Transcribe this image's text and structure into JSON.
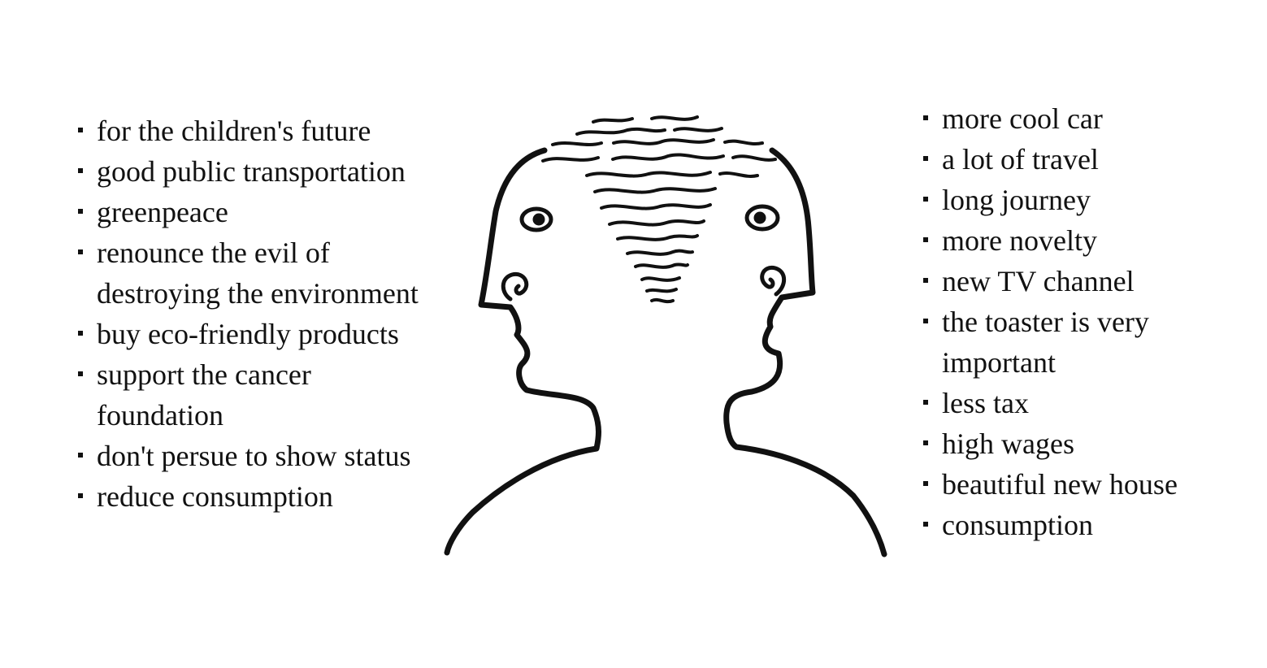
{
  "left_list": {
    "items": [
      {
        "text": "for the children's future"
      },
      {
        "text": "good public transportation"
      },
      {
        "text": "greenpeace"
      },
      {
        "text": "renounce the evil of destroying the environment"
      },
      {
        "text": "buy eco-friendly products"
      },
      {
        "text": "support the cancer foundation"
      },
      {
        "text": "don't persue to show status"
      },
      {
        "text": "reduce consumption"
      }
    ]
  },
  "right_list": {
    "items": [
      {
        "text": "more cool car"
      },
      {
        "text": "a lot of travel"
      },
      {
        "text": "long journey"
      },
      {
        "text": "more novelty"
      },
      {
        "text": "new TV channel"
      },
      {
        "text": "the toaster is very important"
      },
      {
        "text": "less tax"
      },
      {
        "text": "high wages"
      },
      {
        "text": "beautiful new house"
      },
      {
        "text": "consumption"
      }
    ]
  },
  "figure": {
    "icon": "two-faced-head-drawing"
  }
}
